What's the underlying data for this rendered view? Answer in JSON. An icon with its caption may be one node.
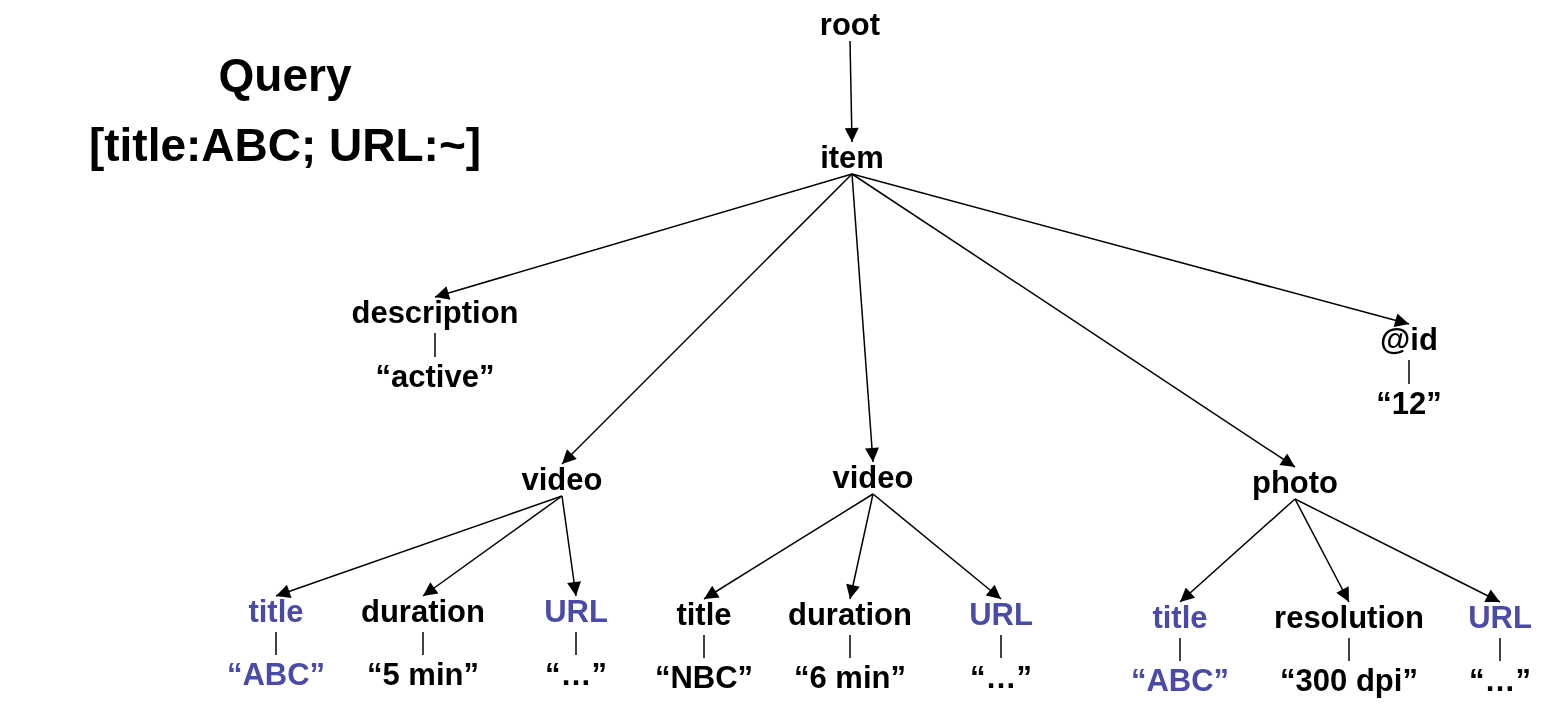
{
  "diagram": {
    "title": "Query",
    "nodes": [
      {
        "text": [
          "root"
        ]
      },
      {
        "text": [
          "item"
        ]
      },
      {
        "text": [
          "description"
        ]
      },
      {
        "text": [
          "“active”"
        ]
      },
      {
        "text": [
          "@id"
        ]
      },
      {
        "text": [
          "“12”"
        ]
      },
      {
        "text": [
          "video"
        ]
      },
      {
        "text": [
          "video"
        ]
      },
      {
        "text": [
          "photo"
        ]
      },
      {
        "text": [
          "title"
        ]
      },
      {
        "text": [
          "“ABC”"
        ]
      },
      {
        "text": [
          "duration"
        ]
      },
      {
        "text": [
          "“5 min”"
        ]
      },
      {
        "text": [
          "URL"
        ]
      },
      {
        "text": [
          "“…”"
        ]
      },
      {
        "text": [
          "title"
        ]
      },
      {
        "text": [
          "“NBC”"
        ]
      },
      {
        "text": [
          "duration"
        ]
      },
      {
        "text": [
          "“6 min”"
        ]
      },
      {
        "text": [
          "URL"
        ]
      },
      {
        "text": [
          "“…”"
        ]
      },
      {
        "text": [
          "title"
        ]
      },
      {
        "text": [
          "“ABC”"
        ]
      },
      {
        "text": [
          "resolution"
        ]
      },
      {
        "text": [
          "“300 dpi”"
        ]
      },
      {
        "text": [
          "URL"
        ]
      },
      {
        "text": [
          "“…”"
        ]
      }
    ],
    "edges": [
      {
        "from": 0,
        "to": 1,
        "arrow": "to"
      },
      {
        "from": 1,
        "to": 2,
        "arrow": "to"
      },
      {
        "from": 1,
        "to": 6,
        "arrow": "to"
      },
      {
        "from": 1,
        "to": 7,
        "arrow": "to"
      },
      {
        "from": 1,
        "to": 8,
        "arrow": "to"
      },
      {
        "from": 1,
        "to": 4,
        "arrow": "to"
      },
      {
        "from": 2,
        "to": 3,
        "arrow": "none"
      },
      {
        "from": 4,
        "to": 5,
        "arrow": "none"
      },
      {
        "from": 6,
        "to": 9,
        "arrow": "to"
      },
      {
        "from": 6,
        "to": 11,
        "arrow": "to"
      },
      {
        "from": 6,
        "to": 13,
        "arrow": "to"
      },
      {
        "from": 7,
        "to": 15,
        "arrow": "to"
      },
      {
        "from": 7,
        "to": 17,
        "arrow": "to"
      },
      {
        "from": 7,
        "to": 19,
        "arrow": "to"
      },
      {
        "from": 8,
        "to": 21,
        "arrow": "to"
      },
      {
        "from": 8,
        "to": 23,
        "arrow": "to"
      },
      {
        "from": 8,
        "to": 25,
        "arrow": "to"
      },
      {
        "from": 9,
        "to": 10,
        "arrow": "none"
      },
      {
        "from": 11,
        "to": 12,
        "arrow": "none"
      },
      {
        "from": 13,
        "to": 14,
        "arrow": "none"
      },
      {
        "from": 15,
        "to": 16,
        "arrow": "none"
      },
      {
        "from": 17,
        "to": 18,
        "arrow": "none"
      },
      {
        "from": 19,
        "to": 20,
        "arrow": "none"
      },
      {
        "from": 21,
        "to": 22,
        "arrow": "none"
      },
      {
        "from": 23,
        "to": 24,
        "arrow": "none"
      },
      {
        "from": 25,
        "to": 26,
        "arrow": "none"
      }
    ],
    "labels": [
      "[title:ABC; URL:~]"
    ]
  }
}
